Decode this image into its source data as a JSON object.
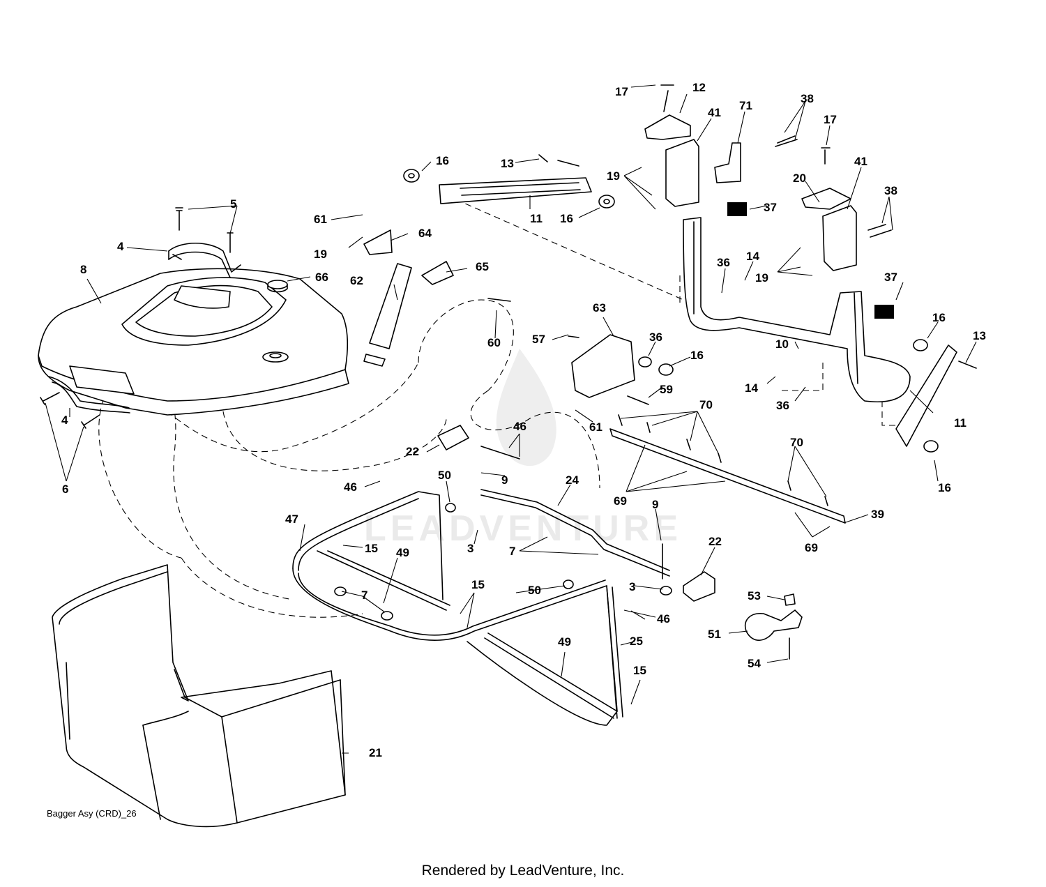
{
  "diagram": {
    "caption": "Bagger Asy (CRD)_26",
    "watermark": "LEADVENTURE",
    "footer": "Rendered by LeadVenture, Inc.",
    "part_numbers": [
      "17",
      "12",
      "41",
      "71",
      "38",
      "17",
      "20",
      "41",
      "38",
      "16",
      "13",
      "11",
      "16",
      "19",
      "37",
      "19",
      "37",
      "36",
      "14",
      "16",
      "13",
      "10",
      "14",
      "36",
      "11",
      "16",
      "5",
      "4",
      "8",
      "66",
      "61",
      "64",
      "19",
      "65",
      "62",
      "60",
      "63",
      "57",
      "36",
      "16",
      "59",
      "61",
      "70",
      "70",
      "69",
      "69",
      "39",
      "4",
      "6",
      "22",
      "46",
      "9",
      "24",
      "46",
      "50",
      "47",
      "15",
      "3",
      "7",
      "49",
      "7",
      "15",
      "50",
      "46",
      "9",
      "22",
      "3",
      "53",
      "51",
      "54",
      "25",
      "49",
      "15",
      "21"
    ]
  }
}
